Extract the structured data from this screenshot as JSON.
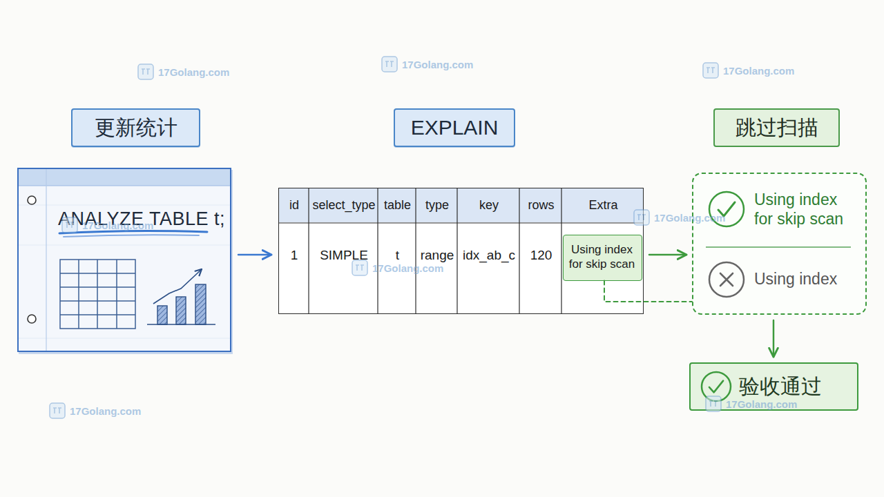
{
  "diagram": {
    "nodes": [
      {
        "text": [
          "更新统计"
        ]
      },
      {
        "text": [
          "ANALYZE TABLE t;"
        ]
      },
      {
        "text": [
          "EXPLAIN"
        ]
      },
      {
        "text": [
          "id",
          "select_type",
          "table",
          "type",
          "key",
          "rows",
          "Extra",
          "1",
          "SIMPLE",
          "t",
          "range",
          "idx_ab_c",
          "120"
        ]
      },
      {
        "text": [
          "Using index for skip scan"
        ],
        "in": 3
      },
      {
        "text": [
          "跳过扫描"
        ]
      },
      {
        "text": []
      },
      {
        "text": [
          "Using index for skip scan"
        ],
        "in": 6
      },
      {
        "text": [
          "Using index"
        ],
        "in": 6
      },
      {
        "text": [
          "验收通过"
        ]
      }
    ],
    "edges": [
      {
        "from": 1,
        "to": 3,
        "arrow": "to"
      },
      {
        "from": 3,
        "to": 6,
        "arrow": "to"
      },
      {
        "from": 4,
        "to": 6,
        "arrow": "none"
      },
      {
        "from": 6,
        "to": 9,
        "arrow": "to"
      }
    ],
    "labels": [
      "17Golang.com",
      "17Golang.com",
      "17Golang.com",
      "17Golang.com",
      "17Golang.com",
      "17Golang.com",
      "17Golang.com",
      "17Golang.com"
    ]
  }
}
